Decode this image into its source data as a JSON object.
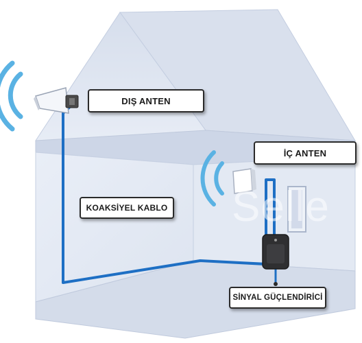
{
  "labels": {
    "outdoor_antenna": "DIŞ ANTEN",
    "indoor_antenna": "İÇ ANTEN",
    "coax_cable": "KOAKSİYEL KABLO",
    "signal_booster": "SİNYAL GÜÇLENDİRİCİ"
  },
  "watermark": "Selle",
  "colors": {
    "cable": "#1e6fc4",
    "signal_waves": "#5ab2e3",
    "house_fill": "#dfe6f2",
    "house_edge": "#c6d0e2",
    "booster": "#2f2f31"
  },
  "icons": {
    "outdoor_antenna": "directional-antenna-icon",
    "indoor_antenna": "panel-antenna-icon",
    "booster": "signal-booster-icon",
    "signal": "signal-waves-icon"
  }
}
